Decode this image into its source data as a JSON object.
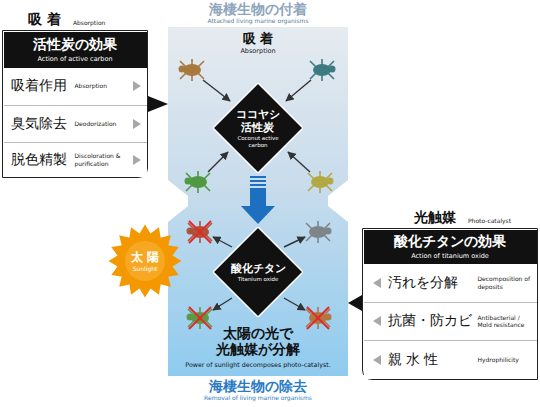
{
  "diagram": {
    "nodes": [
      {
        "text": [
          "吸 着",
          "Absorption"
        ]
      },
      {
        "text": [
          "活性炭の効果",
          "Action of active carbon"
        ],
        "in": 0
      },
      {
        "text": [
          "吸着作用",
          "Absorption"
        ],
        "in": 0
      },
      {
        "text": [
          "臭気除去",
          "Deodorization"
        ],
        "in": 0
      },
      {
        "text": [
          "脱色精製",
          "Discoloration & purification"
        ],
        "in": 0
      },
      {
        "text": [
          "海棲生物の付着",
          "Attached living marine organisms",
          "海棲生物の除去",
          "Removal of living marine organisms"
        ]
      },
      {
        "text": [
          "ココヤシ 活性炭",
          "Coconut active carbon"
        ],
        "in": 5
      },
      {
        "text": [
          "酸化チタン",
          "Titanium oxide"
        ],
        "in": 5
      },
      {
        "text": [
          "太 陽",
          "Sunlight"
        ]
      },
      {
        "text": [
          "光触媒",
          "Photo-catalyst"
        ]
      },
      {
        "text": [
          "酸化チタンの効果",
          "Action of titanium oxide"
        ],
        "in": 9
      },
      {
        "text": [
          "汚れを分解",
          "Decomposition of deposits"
        ],
        "in": 9
      },
      {
        "text": [
          "抗菌・防カビ",
          "Antibacterial / Mold resistance"
        ],
        "in": 9
      },
      {
        "text": [
          "親 水 性",
          "Hydrophilicity"
        ],
        "in": 9
      }
    ],
    "edges": [
      {
        "from": 0,
        "to": 5,
        "arrow": "to"
      },
      {
        "from": 9,
        "to": 5,
        "arrow": "to"
      },
      {
        "from": 6,
        "to": 7,
        "arrow": "to"
      }
    ],
    "labels": [
      "吸 着",
      "Absorption",
      "太陽の光で 光触媒が分解",
      "Power of sunlight decomposes photo-catalyst."
    ]
  }
}
